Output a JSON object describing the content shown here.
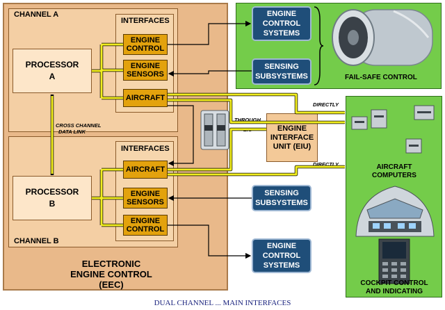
{
  "eec": {
    "title_line1": "ELECTRONIC",
    "title_line2": "ENGINE CONTROL",
    "title_line3": "(EEC)"
  },
  "channel_a": {
    "label": "CHANNEL A",
    "interfaces_label": "INTERFACES",
    "processor_line1": "PROCESSOR",
    "processor_line2": "A",
    "engine_control_line1": "ENGINE",
    "engine_control_line2": "CONTROL",
    "engine_sensors_line1": "ENGINE",
    "engine_sensors_line2": "SENSORS",
    "aircraft": "AIRCRAFT"
  },
  "channel_b": {
    "label": "CHANNEL B",
    "interfaces_label": "INTERFACES",
    "processor_line1": "PROCESSOR",
    "processor_line2": "B",
    "engine_control_line1": "ENGINE",
    "engine_control_line2": "CONTROL",
    "engine_sensors_line1": "ENGINE",
    "engine_sensors_line2": "SENSORS",
    "aircraft": "AIRCRAFT"
  },
  "cross_channel_line1": "CROSS CHANNEL",
  "cross_channel_line2": "DATA LINK",
  "engine_panel": {
    "ecs_line1": "ENGINE",
    "ecs_line2": "CONTROL",
    "ecs_line3": "SYSTEMS",
    "sensing_line1": "SENSING",
    "sensing_line2": "SUBSYSTEMS",
    "fail_safe": "FAIL-SAFE CONTROL"
  },
  "eiu": {
    "line1": "ENGINE",
    "line2": "INTERFACE",
    "line3": "UNIT (EIU)",
    "through": "THROUGH",
    "eiu_tag": "EIU"
  },
  "directly_top": "DIRECTLY",
  "directly_bottom": "DIRECTLY",
  "lower_sensing_line1": "SENSING",
  "lower_sensing_line2": "SUBSYSTEMS",
  "lower_ecs_line1": "ENGINE",
  "lower_ecs_line2": "CONTROL",
  "lower_ecs_line3": "SYSTEMS",
  "aircraft_panel": {
    "computers_line1": "AIRCRAFT",
    "computers_line2": "COMPUTERS",
    "cockpit_line1": "COCKPIT CONTROL",
    "cockpit_line2": "AND INDICATING"
  },
  "caption": "DUAL CHANNEL ... MAIN INTERFACES",
  "colors": {
    "yellow_link": "#f2ee1f",
    "navy": "#1f4e79",
    "green": "#74cc4a",
    "interface_orange": "#e3a20d"
  }
}
